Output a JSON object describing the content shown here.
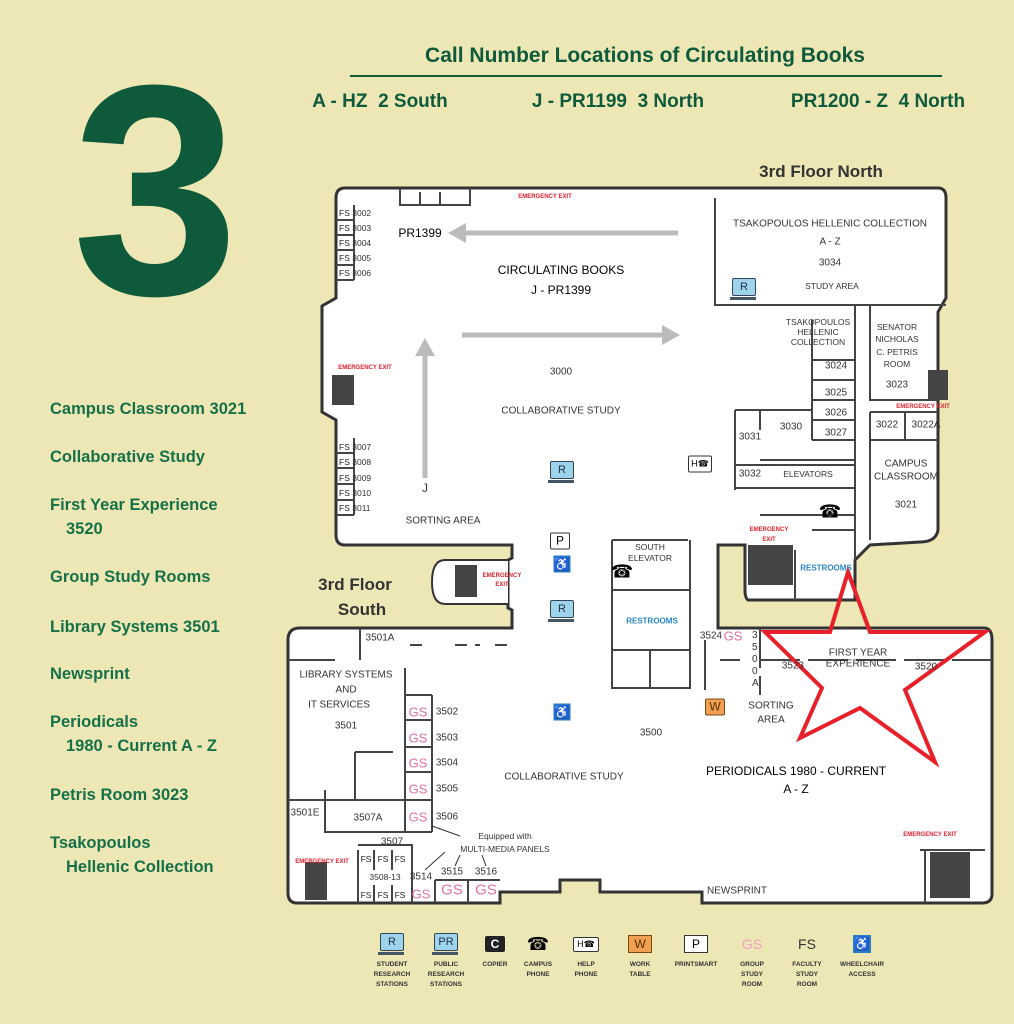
{
  "floor_number": "3",
  "header": {
    "title": "Call Number Locations of Circulating Books",
    "ranges": [
      {
        "range": "A - HZ",
        "floor": "2 South"
      },
      {
        "range": "J - PR1199",
        "floor": "3 North"
      },
      {
        "range": "PR1200 - Z",
        "floor": "4 North"
      }
    ]
  },
  "directory": [
    "Campus Classroom  3021",
    "Collaborative Study",
    "First Year Experience",
    "3520",
    "Group Study Rooms",
    "Library Systems  3501",
    "Newsprint",
    "Periodicals",
    "1980 - Current   A - Z",
    "Petris Room  3023",
    "Tsakopoulos",
    "Hellenic Collection"
  ],
  "map": {
    "north_title": "3rd Floor North",
    "south_title": [
      "3rd Floor",
      "South"
    ],
    "emergency_exit": "EMERGENCY EXIT",
    "emergency": "EMERGENCY",
    "exit": "EXIT",
    "north": {
      "fs_rooms_top": [
        "3002",
        "3003",
        "3004",
        "3005",
        "3006"
      ],
      "fs_rooms_bottom": [
        "3007",
        "3008",
        "3009",
        "3010",
        "3011"
      ],
      "pr1399": "PR1399",
      "circ_title": "CIRCULATING BOOKS",
      "circ_range": "J - PR1399",
      "j": "J",
      "room_3000": "3000",
      "collab": "COLLABORATIVE STUDY",
      "sorting": "SORTING AREA",
      "hellenic_title": "TSAKOPOULOS HELLENIC COLLECTION",
      "hellenic_az": "A - Z",
      "room_3034": "3034",
      "study_area": "STUDY AREA",
      "hellenic_small": [
        "TSAKOPOULOS",
        "HELLENIC",
        "COLLECTION"
      ],
      "petris": [
        "SENATOR",
        "NICHOLAS",
        "C. PETRIS",
        "ROOM"
      ],
      "room_3023": "3023",
      "rooms_stack": [
        "3024",
        "3025",
        "3026",
        "3027"
      ],
      "room_3030": "3030",
      "room_3031": "3031",
      "room_3032": "3032",
      "elevators": "ELEVATORS",
      "room_3022": "3022",
      "room_3022a": "3022A",
      "campus_classroom": [
        "CAMPUS",
        "CLASSROOM"
      ],
      "room_3021": "3021",
      "restrooms": "RESTROOMS",
      "south_elevator": [
        "SOUTH",
        "ELEVATOR"
      ]
    },
    "south": {
      "room_3501a": "3501A",
      "lib_systems": [
        "LIBRARY SYSTEMS",
        "AND",
        "IT SERVICES",
        "3501"
      ],
      "gs_rooms": [
        "3502",
        "3503",
        "3504",
        "3505",
        "3506"
      ],
      "room_3501e": "3501E",
      "room_3507a": "3507A",
      "room_3507": "3507",
      "multimedia": [
        "Equipped with",
        "MULTI-MEDIA PANELS"
      ],
      "room_3508_13": "3508-13",
      "room_3514": "3514",
      "room_3515": "3515",
      "room_3516": "3516",
      "collab": "COLLABORATIVE STUDY",
      "room_3500": "3500",
      "room_3524": "3524",
      "room_3500a": "3500A",
      "room_3523": "3523",
      "sorting": [
        "SORTING",
        "AREA"
      ],
      "fye": [
        "FIRST YEAR",
        "EXPERIENCE"
      ],
      "room_3520": "3520",
      "periodicals": "PERIODICALS  1980 - CURRENT",
      "periodicals_az": "A - Z",
      "newsprint": "NEWSPRINT"
    },
    "highlight_color": "#e8202a"
  },
  "glyphs": {
    "r": "R",
    "pr": "PR",
    "c": "C",
    "w": "W",
    "p": "P",
    "gs": "GS",
    "fs": "FS",
    "h": "H"
  },
  "legend": [
    {
      "icon": "student-research-station-icon",
      "label": [
        "STUDENT",
        "RESEARCH",
        "STATIONS"
      ]
    },
    {
      "icon": "public-research-station-icon",
      "label": [
        "PUBLIC",
        "RESEARCH",
        "STATIONS"
      ]
    },
    {
      "icon": "copier-icon",
      "label": [
        "COPIER"
      ]
    },
    {
      "icon": "campus-phone-icon",
      "label": [
        "CAMPUS",
        "PHONE"
      ]
    },
    {
      "icon": "help-phone-icon",
      "label": [
        "HELP",
        "PHONE"
      ]
    },
    {
      "icon": "work-table-icon",
      "label": [
        "WORK",
        "TABLE"
      ]
    },
    {
      "icon": "printsmart-icon",
      "label": [
        "PRINTSMART"
      ]
    },
    {
      "icon": "group-study-room-icon",
      "label": [
        "GROUP",
        "STUDY",
        "ROOM"
      ]
    },
    {
      "icon": "faculty-study-room-icon",
      "label": [
        "FACULTY",
        "STUDY",
        "ROOM"
      ]
    },
    {
      "icon": "wheelchair-access-icon",
      "label": [
        "WHEELCHAIR",
        "ACCESS"
      ]
    }
  ],
  "colors": {
    "background": "#ece7b5",
    "brand_green": "#0f5a3b",
    "emergency_red": "#e0202e",
    "restroom_blue": "#2a86c8",
    "gs_pink": "#e070a8"
  }
}
